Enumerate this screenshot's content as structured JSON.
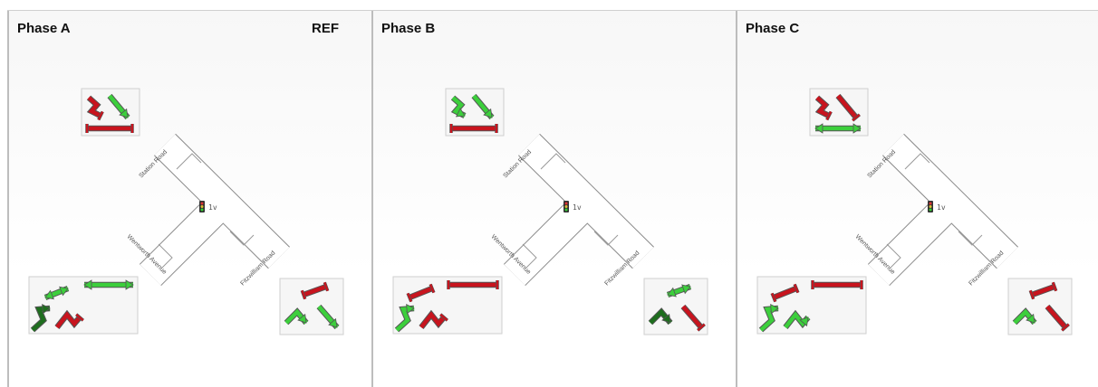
{
  "panels": [
    {
      "title": "Phase A",
      "badge": "REF",
      "north": {
        "left_turn": "red",
        "straight": "green",
        "ped": "red"
      },
      "southwest": {
        "ped_short": "green",
        "ped_long": "green",
        "right_turn": "darkgreen",
        "left_turn": "red"
      },
      "southeast": {
        "ped": "red",
        "right_turn": "green",
        "straight": "green"
      }
    },
    {
      "title": "Phase B",
      "badge": "",
      "north": {
        "left_turn": "green",
        "straight": "green",
        "ped": "red"
      },
      "southwest": {
        "ped_short": "red",
        "ped_long": "red",
        "right_turn": "green",
        "left_turn": "red"
      },
      "southeast": {
        "ped": "green",
        "right_turn": "darkgreen",
        "straight": "red"
      }
    },
    {
      "title": "Phase C",
      "badge": "",
      "north": {
        "left_turn": "red",
        "straight": "red",
        "ped": "green"
      },
      "southwest": {
        "ped_short": "red",
        "ped_long": "red",
        "right_turn": "green",
        "left_turn": "green"
      },
      "southeast": {
        "ped": "red",
        "right_turn": "green",
        "straight": "red"
      }
    }
  ],
  "roads": {
    "north": "Station Road",
    "southwest": "Wentworth Avenue",
    "southeast": "Fitzwilliam Road"
  },
  "signal_label": "1v",
  "colors": {
    "red": "#c8141e",
    "green": "#3ccf3c",
    "darkgreen": "#1e6e1e",
    "panel_border": "#bdbdbd"
  }
}
